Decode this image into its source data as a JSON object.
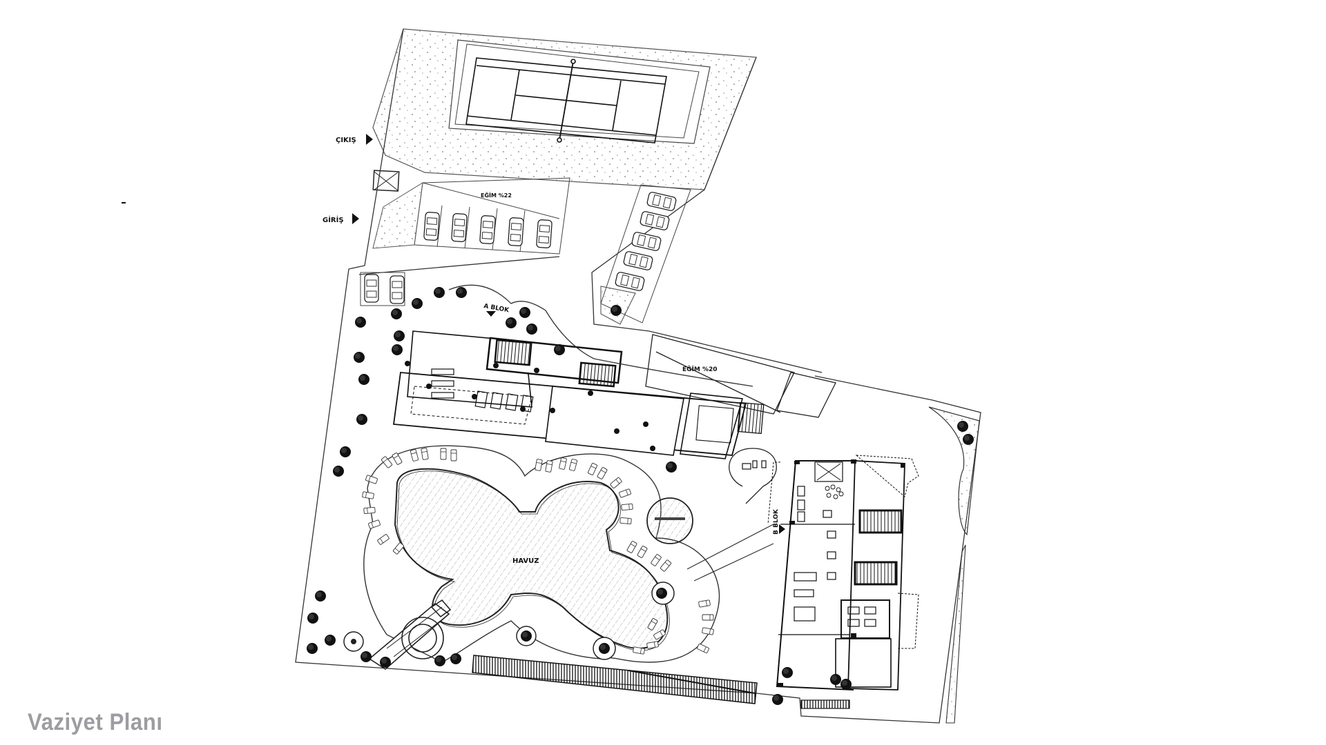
{
  "title": "Vaziyet Planı",
  "colors": {
    "background": "#ffffff",
    "line": "#1a1a1a",
    "caption": "#9d9da1",
    "hatch": "#9a9a9a",
    "tree": "#111111"
  },
  "labels": {
    "exit": "ÇIKIŞ",
    "entrance": "GİRİŞ",
    "slope_parking": "EĞİM %22",
    "slope_ramp": "EĞİM %20",
    "block_a": "A BLOK",
    "block_b": "B BLOK",
    "pool": "HAVUZ",
    "kiosk": "",
    "small_pool": ""
  },
  "site_elements": {
    "tennis_court": "tennis-court",
    "parking_top_spaces": 5,
    "parking_ramp_spaces": 5,
    "parking_left_spaces": 2,
    "trees": "tree-symbols",
    "deck_chairs": "sun-lounger-symbols"
  }
}
